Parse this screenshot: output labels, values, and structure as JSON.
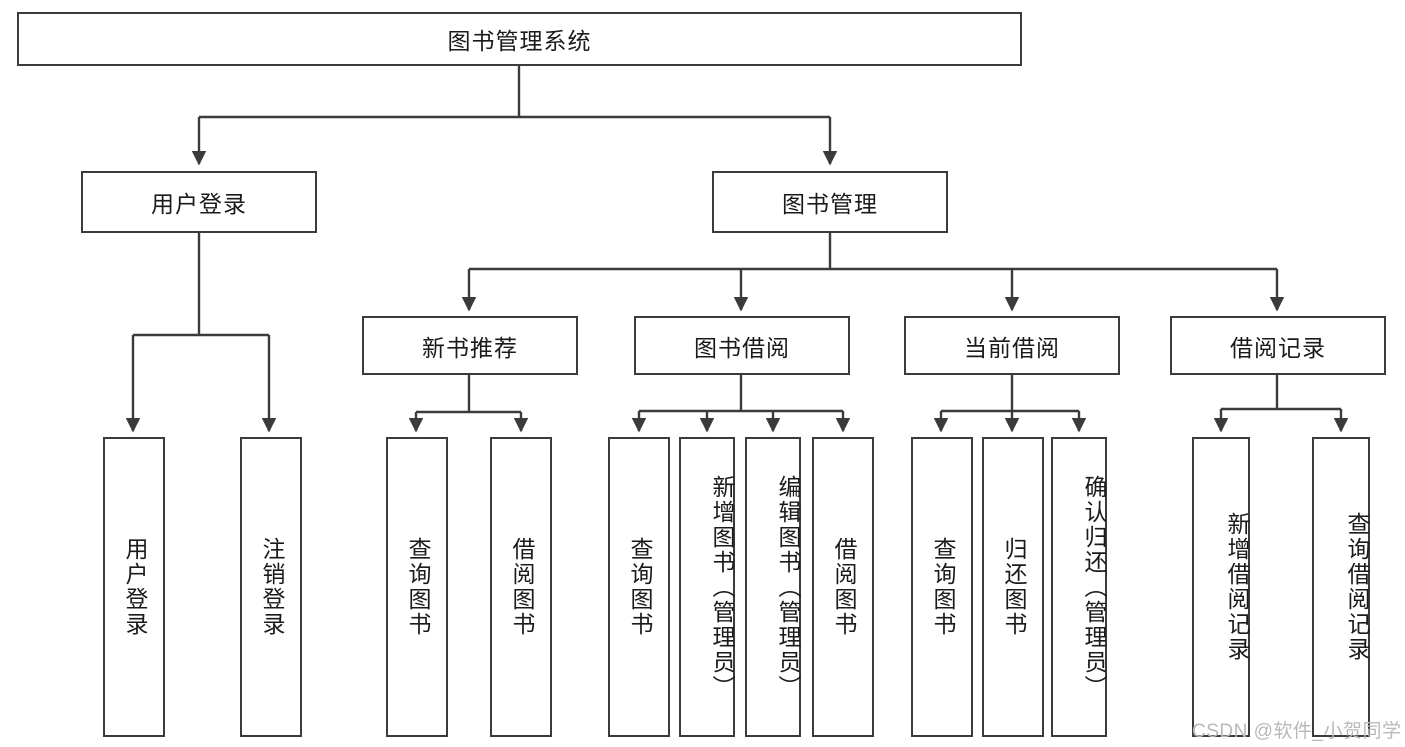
{
  "diagram": {
    "title": "图书管理系统",
    "type": "functional-structure-tree",
    "accent_color": "#3b3b3b",
    "background_color": "#ffffff",
    "root": {
      "label": "图书管理系统"
    },
    "level2": [
      {
        "label": "用户登录"
      },
      {
        "label": "图书管理"
      }
    ],
    "level3": [
      {
        "label": "新书推荐"
      },
      {
        "label": "图书借阅"
      },
      {
        "label": "当前借阅"
      },
      {
        "label": "借阅记录"
      }
    ],
    "leaves": {
      "user_login": [
        {
          "label": "用户登录"
        },
        {
          "label": "注销登录"
        }
      ],
      "new_book_recommend": [
        {
          "label": "查询图书"
        },
        {
          "label": "借阅图书"
        }
      ],
      "book_borrow": [
        {
          "label": "查询图书"
        },
        {
          "label": "新增图书（管理员）"
        },
        {
          "label": "编辑图书（管理员）"
        },
        {
          "label": "借阅图书"
        }
      ],
      "current_borrow": [
        {
          "label": "查询图书"
        },
        {
          "label": "归还图书"
        },
        {
          "label": "确认归还（管理员）"
        }
      ],
      "borrow_record": [
        {
          "label": "新增借阅记录"
        },
        {
          "label": "查询借阅记录"
        }
      ]
    }
  },
  "watermark": {
    "text": "CSDN @软件_小贺同学"
  }
}
